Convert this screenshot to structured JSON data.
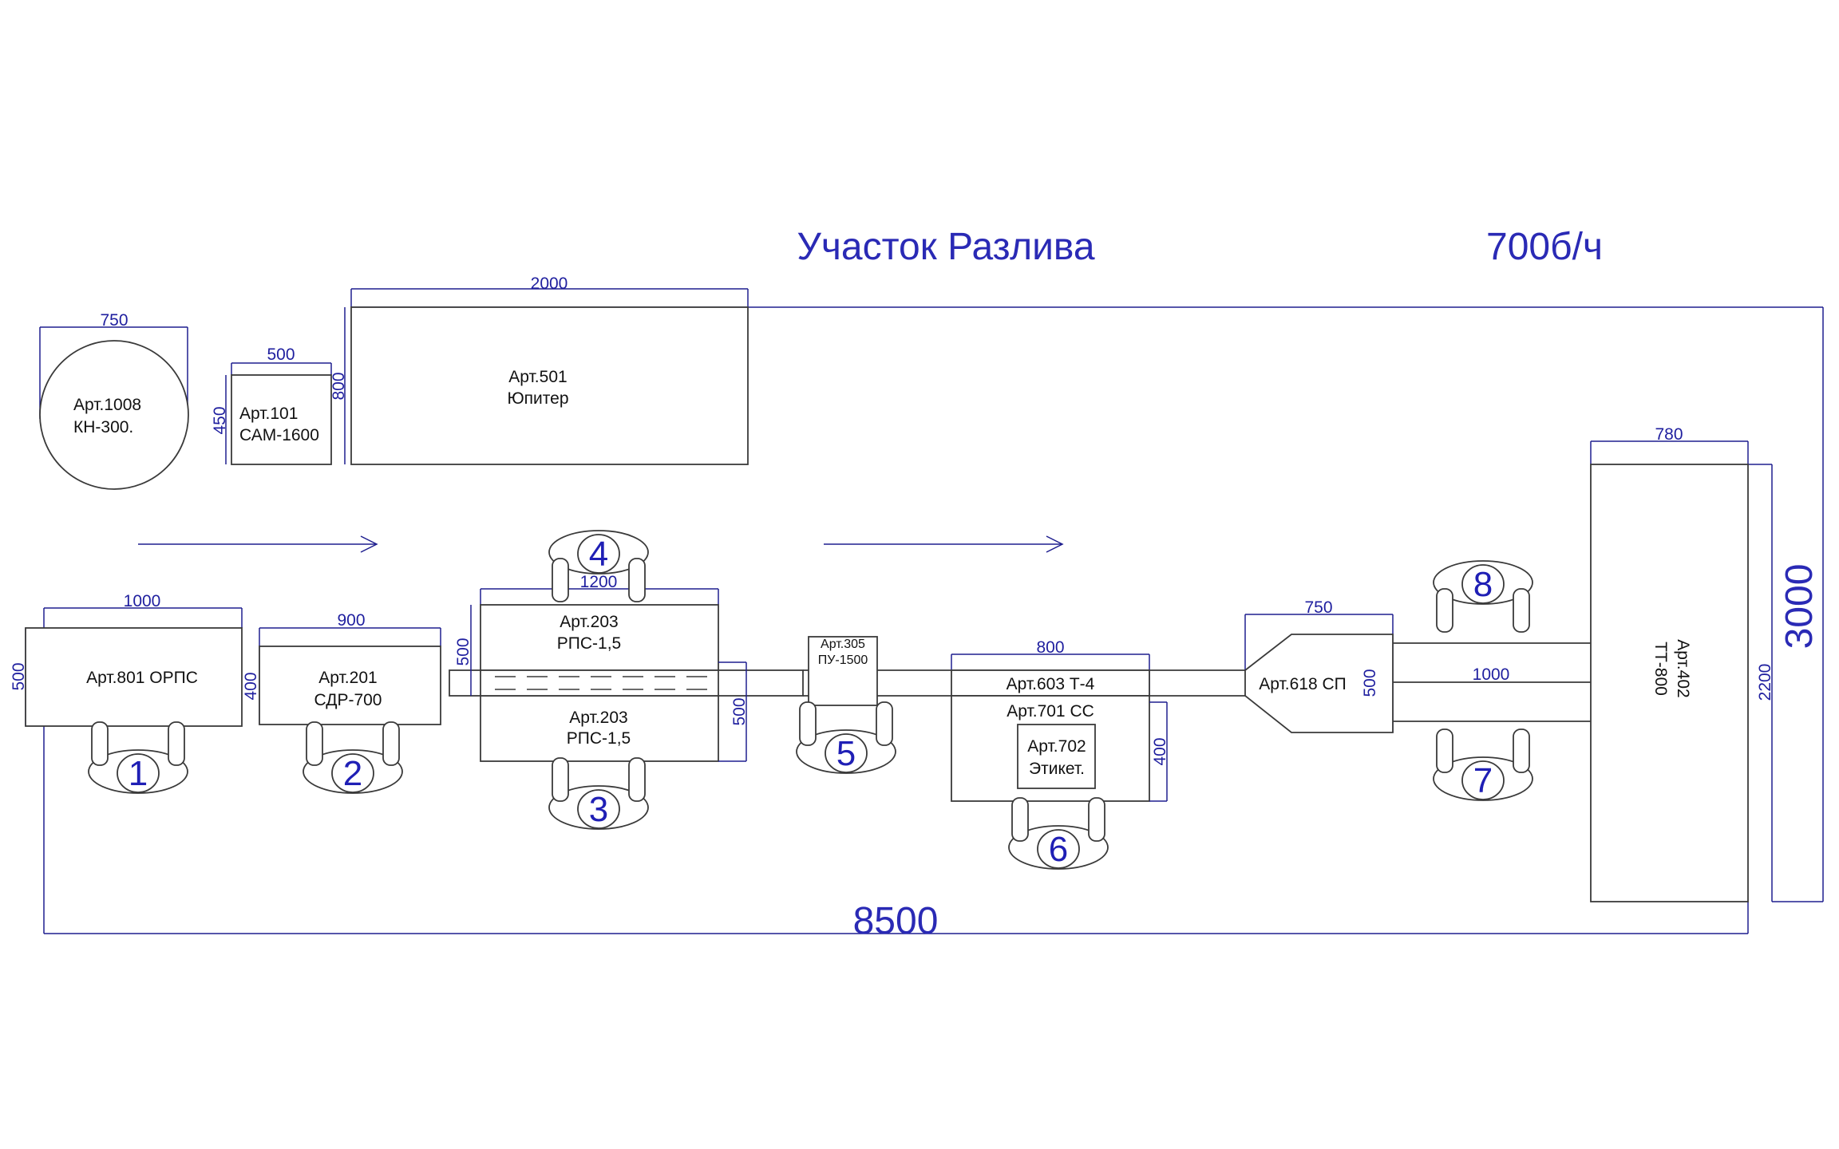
{
  "header": {
    "title": "Участок Разлива",
    "capacity": "700б/ч"
  },
  "colors": {
    "dimension": "#1f1f9f",
    "outline": "#3a3a3a",
    "title": "#2a2ab5"
  },
  "equipment": {
    "kn300": {
      "line1": "Арт.1008",
      "line2": "КН-300."
    },
    "cam1600": {
      "line1": "Арт.101",
      "line2": "САМ-1600"
    },
    "jupiter": {
      "line1": "Арт.501",
      "line2": "Юпитер"
    },
    "orps": {
      "line1": "Арт.801 ОРПС"
    },
    "sdr700": {
      "line1": "Арт.201",
      "line2": "СДР-700"
    },
    "rps_top": {
      "line1": "Арт.203",
      "line2": "РПС-1,5"
    },
    "rps_bottom": {
      "line1": "Арт.203",
      "line2": "РПС-1,5"
    },
    "pu1500": {
      "line1": "Арт.305",
      "line2": "ПУ-1500"
    },
    "t4": {
      "line1": "Арт.603 Т-4"
    },
    "ss701": {
      "line1": "Арт.701 СС"
    },
    "etiket": {
      "line1": "Арт.702",
      "line2": "Этикет."
    },
    "sp618": {
      "line1": "Арт.618 СП"
    },
    "tt800": {
      "line1": "Арт.402",
      "line2": "ТТ-800"
    }
  },
  "dimensions": {
    "kn300_width": "750",
    "cam_width": "500",
    "cam_height": "450",
    "jupiter_width": "2000",
    "jupiter_height": "800",
    "orps_width": "1000",
    "orps_height": "500",
    "sdr_width": "900",
    "sdr_height": "400",
    "rps_width": "1200",
    "rps_height_left": "500",
    "rps_height_right": "500",
    "ss_width": "800",
    "ss_height": "400",
    "sp_width": "750",
    "sp_height": "500",
    "conveyor_width": "1000",
    "tt_width": "780",
    "tt_height": "2200",
    "total_length": "8500",
    "total_height": "3000"
  },
  "workers": [
    "1",
    "2",
    "3",
    "4",
    "5",
    "6",
    "7",
    "8"
  ]
}
